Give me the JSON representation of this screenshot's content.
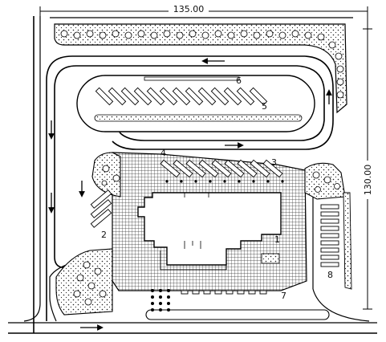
{
  "dimensions": {
    "width_label": "135.00",
    "height_label": "130.00"
  },
  "labels": [
    "1",
    "2",
    "3",
    "4",
    "5",
    "6",
    "7",
    "8"
  ]
}
